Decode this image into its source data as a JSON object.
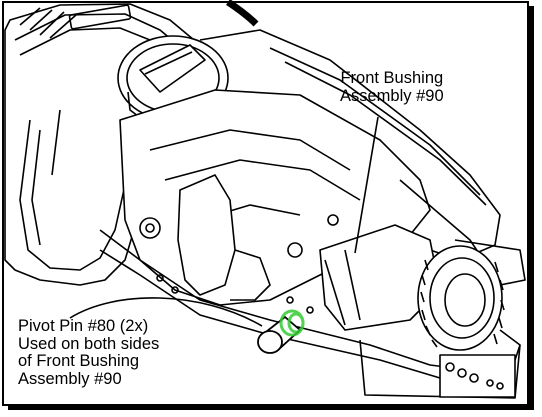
{
  "callouts": {
    "front_bushing": {
      "lines": [
        "Front Bushing",
        "Assembly #90"
      ]
    },
    "pivot_pin": {
      "lines": [
        "Pivot Pin #80 (2x)",
        "Used on both sides",
        "of Front Bushing",
        "Assembly #90"
      ]
    }
  },
  "highlight_color": "#33cc33",
  "line_color": "#000000"
}
